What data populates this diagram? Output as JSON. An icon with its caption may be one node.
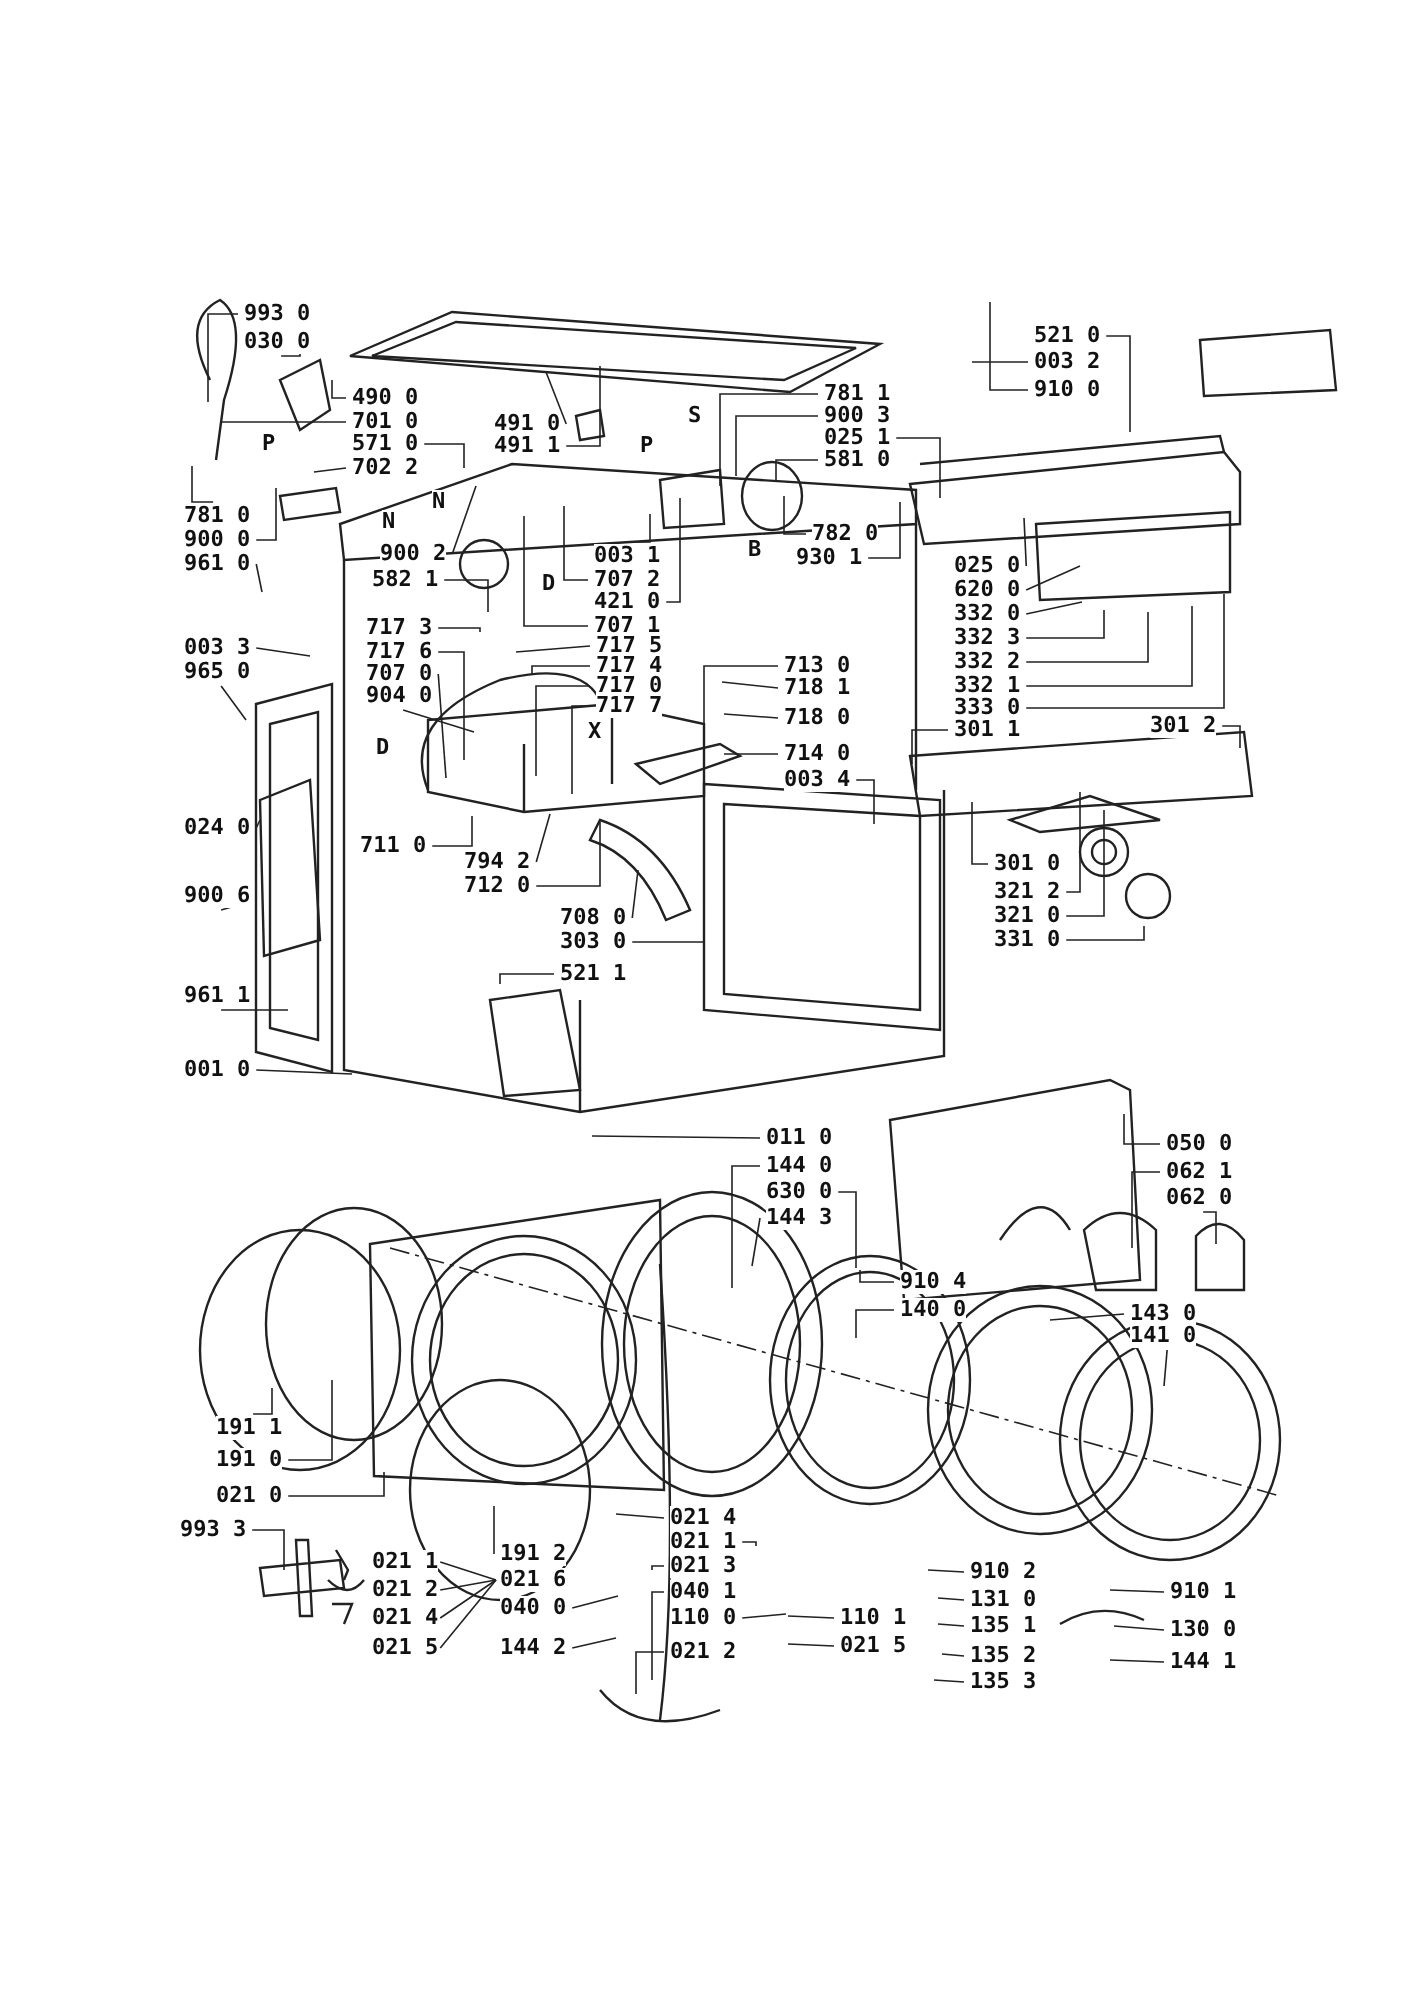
{
  "diagram": {
    "nodes": [
      {
        "text": [
          "993 0"
        ]
      },
      {
        "text": [
          "030 0"
        ]
      },
      {
        "text": [
          "490 0"
        ]
      },
      {
        "text": [
          "701 0"
        ]
      },
      {
        "text": [
          "571 0"
        ]
      },
      {
        "text": [
          "702 2"
        ]
      },
      {
        "text": [
          "491 0"
        ]
      },
      {
        "text": [
          "491 1"
        ]
      },
      {
        "text": [
          "781 1"
        ]
      },
      {
        "text": [
          "900 3"
        ]
      },
      {
        "text": [
          "025 1"
        ]
      },
      {
        "text": [
          "581 0"
        ]
      },
      {
        "text": [
          "521 0"
        ]
      },
      {
        "text": [
          "003 2"
        ]
      },
      {
        "text": [
          "910 0"
        ]
      },
      {
        "text": [
          "781 0"
        ]
      },
      {
        "text": [
          "900 0"
        ]
      },
      {
        "text": [
          "961 0"
        ]
      },
      {
        "text": [
          "900 2"
        ]
      },
      {
        "text": [
          "582 1"
        ]
      },
      {
        "text": [
          "003 1"
        ]
      },
      {
        "text": [
          "707 2"
        ]
      },
      {
        "text": [
          "421 0"
        ]
      },
      {
        "text": [
          "707 1"
        ]
      },
      {
        "text": [
          "782 0"
        ]
      },
      {
        "text": [
          "930 1"
        ]
      },
      {
        "text": [
          "025 0"
        ]
      },
      {
        "text": [
          "620 0"
        ]
      },
      {
        "text": [
          "332 0"
        ]
      },
      {
        "text": [
          "332 3"
        ]
      },
      {
        "text": [
          "332 2"
        ]
      },
      {
        "text": [
          "332 1"
        ]
      },
      {
        "text": [
          "333 0"
        ]
      },
      {
        "text": [
          "003 3"
        ]
      },
      {
        "text": [
          "965 0"
        ]
      },
      {
        "text": [
          "717 3"
        ]
      },
      {
        "text": [
          "717 6"
        ]
      },
      {
        "text": [
          "707 0"
        ]
      },
      {
        "text": [
          "904 0"
        ]
      },
      {
        "text": [
          "717 5"
        ]
      },
      {
        "text": [
          "717 4"
        ]
      },
      {
        "text": [
          "717 0"
        ]
      },
      {
        "text": [
          "717 7"
        ]
      },
      {
        "text": [
          "713 0"
        ]
      },
      {
        "text": [
          "718 1"
        ]
      },
      {
        "text": [
          "718 0"
        ]
      },
      {
        "text": [
          "714 0"
        ]
      },
      {
        "text": [
          "003 4"
        ]
      },
      {
        "text": [
          "301 1"
        ]
      },
      {
        "text": [
          "301 2"
        ]
      },
      {
        "text": [
          "024 0"
        ]
      },
      {
        "text": [
          "711 0"
        ]
      },
      {
        "text": [
          "794 2"
        ]
      },
      {
        "text": [
          "712 0"
        ]
      },
      {
        "text": [
          "301 0"
        ]
      },
      {
        "text": [
          "321 2"
        ]
      },
      {
        "text": [
          "321 0"
        ]
      },
      {
        "text": [
          "331 0"
        ]
      },
      {
        "text": [
          "900 6"
        ]
      },
      {
        "text": [
          "708 0"
        ]
      },
      {
        "text": [
          "303 0"
        ]
      },
      {
        "text": [
          "521 1"
        ]
      },
      {
        "text": [
          "961 1"
        ]
      },
      {
        "text": [
          "001 0"
        ]
      },
      {
        "text": [
          "011 0"
        ]
      },
      {
        "text": [
          "050 0"
        ]
      },
      {
        "text": [
          "144 0"
        ]
      },
      {
        "text": [
          "630 0"
        ]
      },
      {
        "text": [
          "062 1"
        ]
      },
      {
        "text": [
          "062 0"
        ]
      },
      {
        "text": [
          "144 3"
        ]
      },
      {
        "text": [
          "910 4"
        ]
      },
      {
        "text": [
          "140 0"
        ]
      },
      {
        "text": [
          "143 0"
        ]
      },
      {
        "text": [
          "141 0"
        ]
      },
      {
        "text": [
          "191 1"
        ]
      },
      {
        "text": [
          "191 0"
        ]
      },
      {
        "text": [
          "021 0"
        ]
      },
      {
        "text": [
          "993 3"
        ]
      },
      {
        "text": [
          "021 4"
        ]
      },
      {
        "text": [
          "021 1"
        ]
      },
      {
        "text": [
          "021 3"
        ]
      },
      {
        "text": [
          "040 1"
        ]
      },
      {
        "text": [
          "021 1"
        ]
      },
      {
        "text": [
          "191 2"
        ]
      },
      {
        "text": [
          "021 2"
        ]
      },
      {
        "text": [
          "021 6"
        ]
      },
      {
        "text": [
          "110 0"
        ]
      },
      {
        "text": [
          "021 4"
        ]
      },
      {
        "text": [
          "040 0"
        ]
      },
      {
        "text": [
          "021 5"
        ]
      },
      {
        "text": [
          "144 2"
        ]
      },
      {
        "text": [
          "021 2"
        ]
      },
      {
        "text": [
          "910 2"
        ]
      },
      {
        "text": [
          "131 0"
        ]
      },
      {
        "text": [
          "110 1"
        ]
      },
      {
        "text": [
          "135 1"
        ]
      },
      {
        "text": [
          "021 5"
        ]
      },
      {
        "text": [
          "135 2"
        ]
      },
      {
        "text": [
          "135 3"
        ]
      },
      {
        "text": [
          "910 1"
        ]
      },
      {
        "text": [
          "130 0"
        ]
      },
      {
        "text": [
          "144 1"
        ]
      }
    ],
    "edges": [
      {
        "from": 0,
        "to": null,
        "arrow": "none"
      },
      {
        "from": 1,
        "to": null,
        "arrow": "none"
      },
      {
        "from": 2,
        "to": null,
        "arrow": "none"
      },
      {
        "from": 3,
        "to": null,
        "arrow": "none"
      },
      {
        "from": 4,
        "to": null,
        "arrow": "none"
      },
      {
        "from": 5,
        "to": null,
        "arrow": "none"
      },
      {
        "from": 6,
        "to": null,
        "arrow": "none"
      },
      {
        "from": 7,
        "to": null,
        "arrow": "none"
      },
      {
        "from": 8,
        "to": null,
        "arrow": "none"
      },
      {
        "from": 9,
        "to": null,
        "arrow": "none"
      },
      {
        "from": 10,
        "to": null,
        "arrow": "none"
      },
      {
        "from": 11,
        "to": null,
        "arrow": "none"
      },
      {
        "from": 12,
        "to": null,
        "arrow": "none"
      },
      {
        "from": 13,
        "to": null,
        "arrow": "none"
      },
      {
        "from": 14,
        "to": null,
        "arrow": "none"
      },
      {
        "from": 15,
        "to": null,
        "arrow": "none"
      },
      {
        "from": 16,
        "to": null,
        "arrow": "none"
      },
      {
        "from": 17,
        "to": null,
        "arrow": "none"
      },
      {
        "from": 18,
        "to": null,
        "arrow": "none"
      },
      {
        "from": 19,
        "to": null,
        "arrow": "none"
      },
      {
        "from": 20,
        "to": null,
        "arrow": "none"
      },
      {
        "from": 21,
        "to": null,
        "arrow": "none"
      },
      {
        "from": 22,
        "to": null,
        "arrow": "none"
      },
      {
        "from": 23,
        "to": null,
        "arrow": "none"
      },
      {
        "from": 24,
        "to": null,
        "arrow": "none"
      },
      {
        "from": 25,
        "to": null,
        "arrow": "none"
      },
      {
        "from": 26,
        "to": null,
        "arrow": "none"
      },
      {
        "from": 27,
        "to": null,
        "arrow": "none"
      },
      {
        "from": 28,
        "to": null,
        "arrow": "none"
      },
      {
        "from": 29,
        "to": null,
        "arrow": "none"
      },
      {
        "from": 30,
        "to": null,
        "arrow": "none"
      },
      {
        "from": 31,
        "to": null,
        "arrow": "none"
      },
      {
        "from": 32,
        "to": null,
        "arrow": "none"
      },
      {
        "from": 33,
        "to": null,
        "arrow": "none"
      },
      {
        "from": 34,
        "to": null,
        "arrow": "none"
      },
      {
        "from": 35,
        "to": null,
        "arrow": "none"
      },
      {
        "from": 36,
        "to": null,
        "arrow": "none"
      },
      {
        "from": 37,
        "to": null,
        "arrow": "none"
      },
      {
        "from": 38,
        "to": null,
        "arrow": "none"
      },
      {
        "from": 39,
        "to": null,
        "arrow": "none"
      },
      {
        "from": 40,
        "to": null,
        "arrow": "none"
      },
      {
        "from": 41,
        "to": null,
        "arrow": "none"
      },
      {
        "from": 42,
        "to": null,
        "arrow": "none"
      },
      {
        "from": 43,
        "to": null,
        "arrow": "none"
      },
      {
        "from": 44,
        "to": null,
        "arrow": "none"
      },
      {
        "from": 45,
        "to": null,
        "arrow": "none"
      },
      {
        "from": 46,
        "to": null,
        "arrow": "none"
      },
      {
        "from": 47,
        "to": null,
        "arrow": "none"
      },
      {
        "from": 48,
        "to": null,
        "arrow": "none"
      },
      {
        "from": 49,
        "to": null,
        "arrow": "none"
      },
      {
        "from": 50,
        "to": null,
        "arrow": "none"
      },
      {
        "from": 51,
        "to": null,
        "arrow": "none"
      },
      {
        "from": 52,
        "to": null,
        "arrow": "none"
      },
      {
        "from": 53,
        "to": null,
        "arrow": "none"
      },
      {
        "from": 54,
        "to": null,
        "arrow": "none"
      },
      {
        "from": 55,
        "to": null,
        "arrow": "none"
      },
      {
        "from": 56,
        "to": null,
        "arrow": "none"
      },
      {
        "from": 57,
        "to": null,
        "arrow": "none"
      },
      {
        "from": 58,
        "to": null,
        "arrow": "none"
      },
      {
        "from": 59,
        "to": null,
        "arrow": "none"
      },
      {
        "from": 60,
        "to": null,
        "arrow": "none"
      },
      {
        "from": 61,
        "to": null,
        "arrow": "none"
      },
      {
        "from": 62,
        "to": null,
        "arrow": "none"
      },
      {
        "from": 63,
        "to": null,
        "arrow": "none"
      },
      {
        "from": 64,
        "to": null,
        "arrow": "none"
      },
      {
        "from": 65,
        "to": null,
        "arrow": "none"
      },
      {
        "from": 66,
        "to": null,
        "arrow": "none"
      },
      {
        "from": 67,
        "to": null,
        "arrow": "none"
      },
      {
        "from": 68,
        "to": null,
        "arrow": "none"
      },
      {
        "from": 69,
        "to": null,
        "arrow": "none"
      },
      {
        "from": 70,
        "to": null,
        "arrow": "none"
      },
      {
        "from": 71,
        "to": null,
        "arrow": "none"
      },
      {
        "from": 72,
        "to": null,
        "arrow": "none"
      },
      {
        "from": 73,
        "to": null,
        "arrow": "none"
      },
      {
        "from": 74,
        "to": null,
        "arrow": "none"
      },
      {
        "from": 75,
        "to": null,
        "arrow": "none"
      },
      {
        "from": 76,
        "to": null,
        "arrow": "none"
      },
      {
        "from": 77,
        "to": null,
        "arrow": "none"
      },
      {
        "from": 78,
        "to": null,
        "arrow": "none"
      },
      {
        "from": 79,
        "to": null,
        "arrow": "none"
      },
      {
        "from": 80,
        "to": null,
        "arrow": "none"
      },
      {
        "from": 81,
        "to": null,
        "arrow": "none"
      },
      {
        "from": 82,
        "to": null,
        "arrow": "none"
      },
      {
        "from": 83,
        "to": 86,
        "arrow": "none"
      },
      {
        "from": 84,
        "to": null,
        "arrow": "none"
      },
      {
        "from": 85,
        "to": 86,
        "arrow": "none"
      },
      {
        "from": 87,
        "to": null,
        "arrow": "none"
      },
      {
        "from": 88,
        "to": 86,
        "arrow": "none"
      },
      {
        "from": 89,
        "to": null,
        "arrow": "none"
      },
      {
        "from": 90,
        "to": 86,
        "arrow": "none"
      },
      {
        "from": 91,
        "to": null,
        "arrow": "none"
      },
      {
        "from": 92,
        "to": null,
        "arrow": "none"
      },
      {
        "from": 93,
        "to": null,
        "arrow": "none"
      },
      {
        "from": 94,
        "to": null,
        "arrow": "none"
      },
      {
        "from": 95,
        "to": null,
        "arrow": "none"
      },
      {
        "from": 96,
        "to": null,
        "arrow": "none"
      },
      {
        "from": 97,
        "to": null,
        "arrow": "none"
      },
      {
        "from": 98,
        "to": null,
        "arrow": "none"
      },
      {
        "from": 99,
        "to": null,
        "arrow": "none"
      },
      {
        "from": 100,
        "to": null,
        "arrow": "none"
      },
      {
        "from": 101,
        "to": null,
        "arrow": "none"
      },
      {
        "from": 102,
        "to": null,
        "arrow": "none"
      }
    ],
    "labels": [
      "P",
      "N",
      "N",
      "P",
      "S",
      "B",
      "D",
      "D",
      "X"
    ]
  }
}
